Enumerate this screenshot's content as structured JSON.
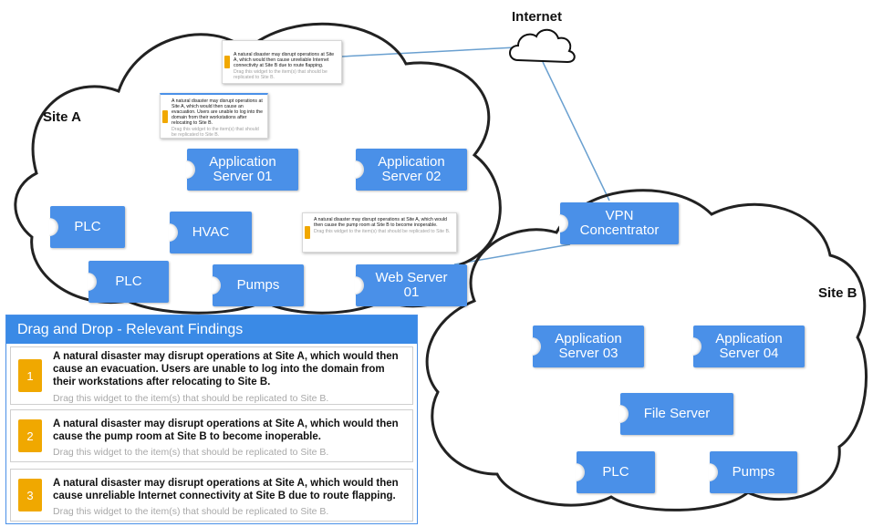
{
  "labels": {
    "internet": "Internet",
    "site_a": "Site A",
    "site_b": "Site B"
  },
  "site_a_nodes": {
    "app01": [
      "Application",
      "Server 01"
    ],
    "app02": [
      "Application",
      "Server 02"
    ],
    "plc1": "PLC",
    "hvac": "HVAC",
    "plc2": "PLC",
    "pumps": "Pumps",
    "web": [
      "Web Server",
      "01"
    ]
  },
  "vpn": [
    "VPN",
    "Concentrator"
  ],
  "site_b_nodes": {
    "app03": [
      "Application",
      "Server 03"
    ],
    "app04": [
      "Application",
      "Server 04"
    ],
    "file": "File Server",
    "plc": "PLC",
    "pumps": "Pumps"
  },
  "dropped": {
    "top": {
      "text": "A natural disaster may disrupt operations at Site A, which would then cause unreliable Internet connectivity at Site B due to route flapping.",
      "hint": "Drag this widget to the item(s) that should be replicated to Site B."
    },
    "left": {
      "text": "A natural disaster may disrupt operations at Site A, which would then cause an evacuation. Users are unable to log into the domain from their workstations after relocating to Site B.",
      "hint": "Drag this widget to the item(s) that should be replicated to Site B."
    },
    "web": {
      "text": "A natural disaster may disrupt operations at Site A, which would then cause the pump room at Site B to become inoperable.",
      "hint": "Drag this widget to the item(s) that should be replicated to Site B."
    }
  },
  "panel": {
    "title": "Drag and Drop - Relevant Findings",
    "findings": [
      {
        "num": "1",
        "text": "A natural disaster may disrupt operations at Site A, which would then cause an evacuation. Users are unable to log into the domain from their workstations after relocating to Site B.",
        "hint": "Drag this widget to the item(s) that should be replicated to Site B."
      },
      {
        "num": "2",
        "text": "A natural disaster may disrupt operations at Site A, which would then cause the pump room at Site B to become inoperable.",
        "hint": "Drag this widget to the item(s) that should be replicated to Site B."
      },
      {
        "num": "3",
        "text": "A natural disaster may disrupt operations at Site A, which would then cause unreliable Internet connectivity at Site B due to route flapping.",
        "hint": "Drag this widget to the item(s) that should be replicated to Site B."
      }
    ]
  },
  "colors": {
    "node": "#4a90e8",
    "badge": "#f0a800",
    "line": "#4a90c8"
  }
}
